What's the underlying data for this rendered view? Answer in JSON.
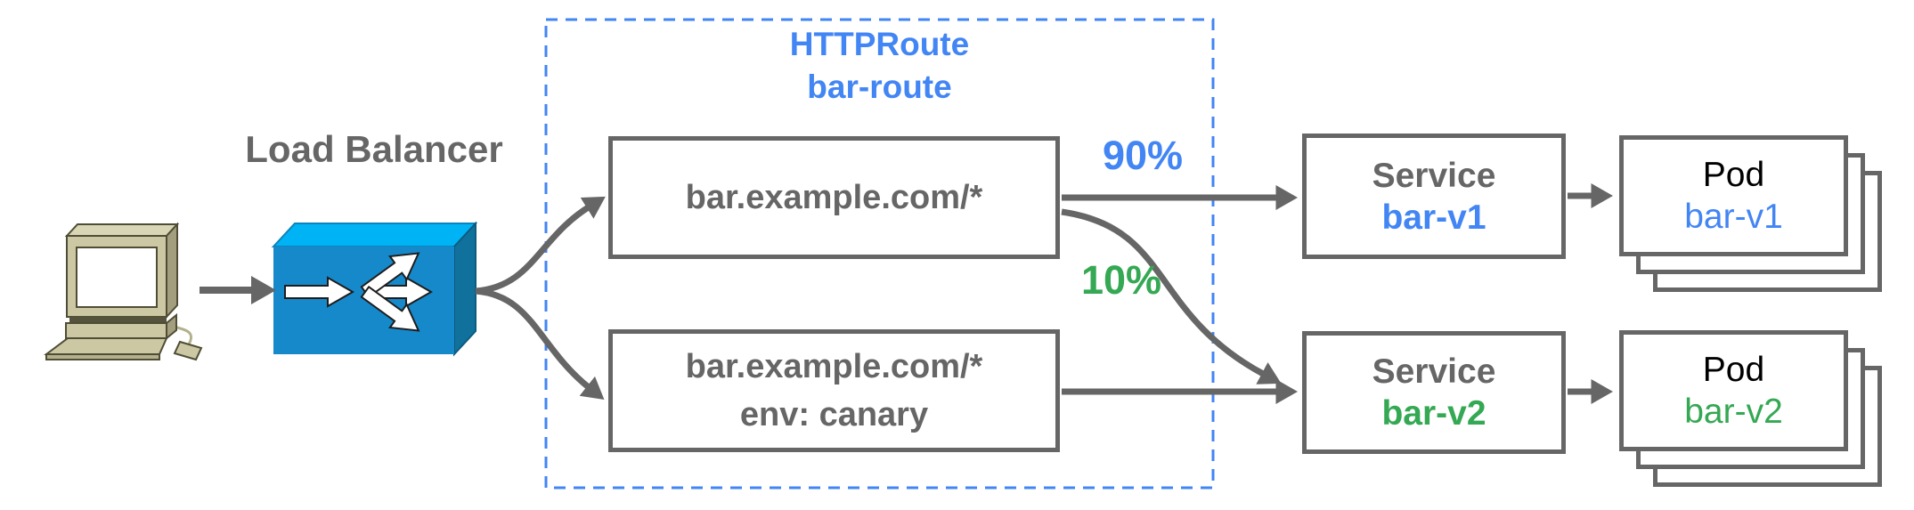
{
  "labels": {
    "load_balancer": "Load Balancer",
    "weight_primary": "90%",
    "weight_canary": "10%"
  },
  "httproute": {
    "kind": "HTTPRoute",
    "name": "bar-route",
    "rules": [
      {
        "match": "bar.example.com/*"
      },
      {
        "match": "bar.example.com/*",
        "header_match": "env: canary"
      }
    ]
  },
  "services": [
    {
      "kind": "Service",
      "name": "bar-v1"
    },
    {
      "kind": "Service",
      "name": "bar-v2"
    }
  ],
  "pods": [
    {
      "kind": "Pod",
      "name": "bar-v1"
    },
    {
      "kind": "Pod",
      "name": "bar-v2"
    }
  ],
  "icons": {
    "client": "client-computer-icon",
    "load_balancer": "load-balancer-icon"
  },
  "colors": {
    "accent_blue": "#4285f4",
    "accent_green": "#34a853",
    "line_gray": "#666666",
    "lb_front": "#1689cb",
    "lb_top": "#00b3f4",
    "lb_side": "#11719d",
    "computer_body": "#cbc8a3"
  }
}
